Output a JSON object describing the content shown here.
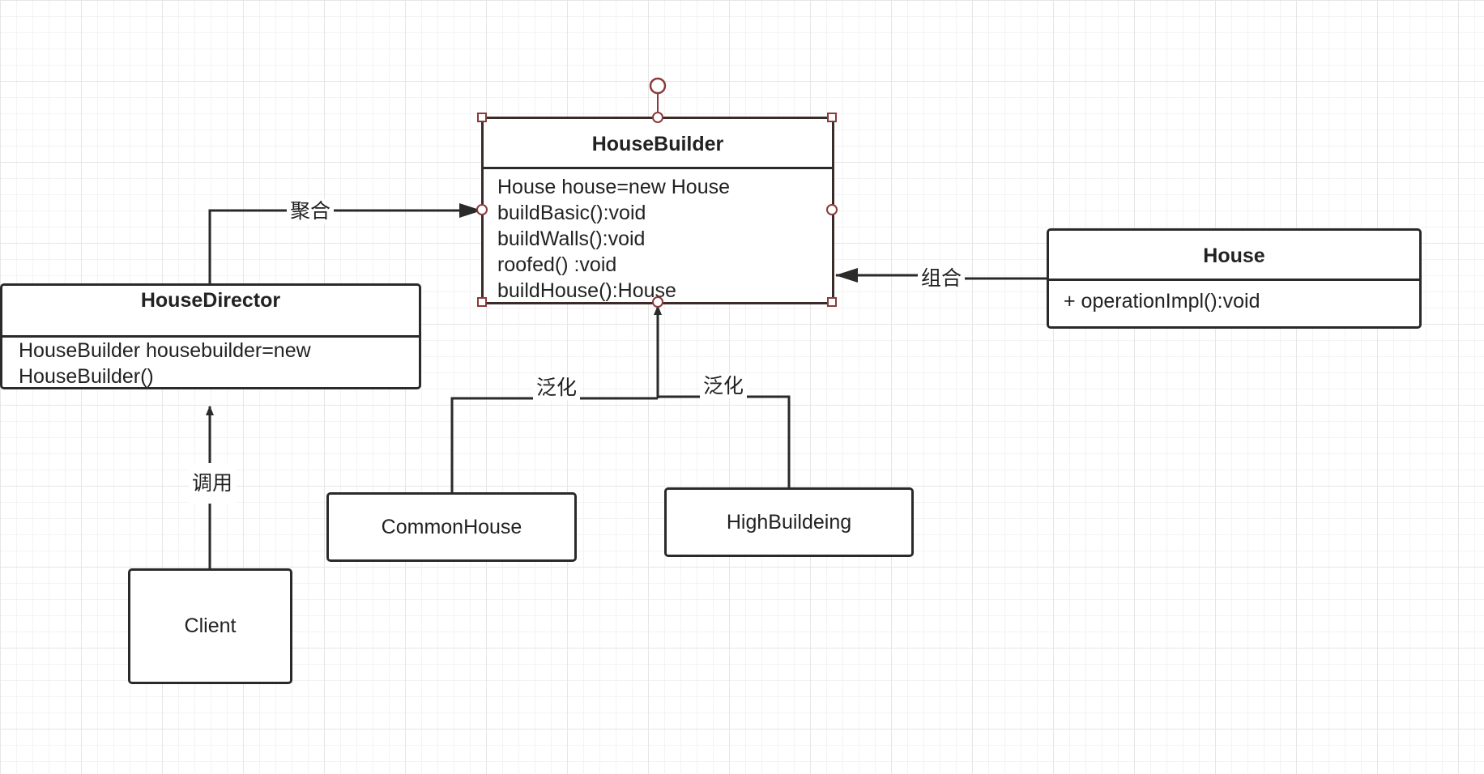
{
  "diagram": {
    "house_builder": {
      "title": "HouseBuilder",
      "members": [
        "House house=new House",
        "buildBasic():void",
        "buildWalls():void",
        "roofed() :void",
        "buildHouse():House"
      ]
    },
    "house_director": {
      "title": "HouseDirector",
      "members": [
        "HouseBuilder housebuilder=new",
        "HouseBuilder()"
      ]
    },
    "house": {
      "title": "House",
      "members": [
        "+ operationImpl():void"
      ]
    },
    "client": {
      "label": "Client"
    },
    "common_house": {
      "label": "CommonHouse"
    },
    "high_building": {
      "label": "HighBuildeing"
    },
    "edges": {
      "aggregation_label": "聚合",
      "composition_label": "组合",
      "generalization_left_label": "泛化",
      "generalization_right_label": "泛化",
      "invocation_label": "调用"
    }
  }
}
